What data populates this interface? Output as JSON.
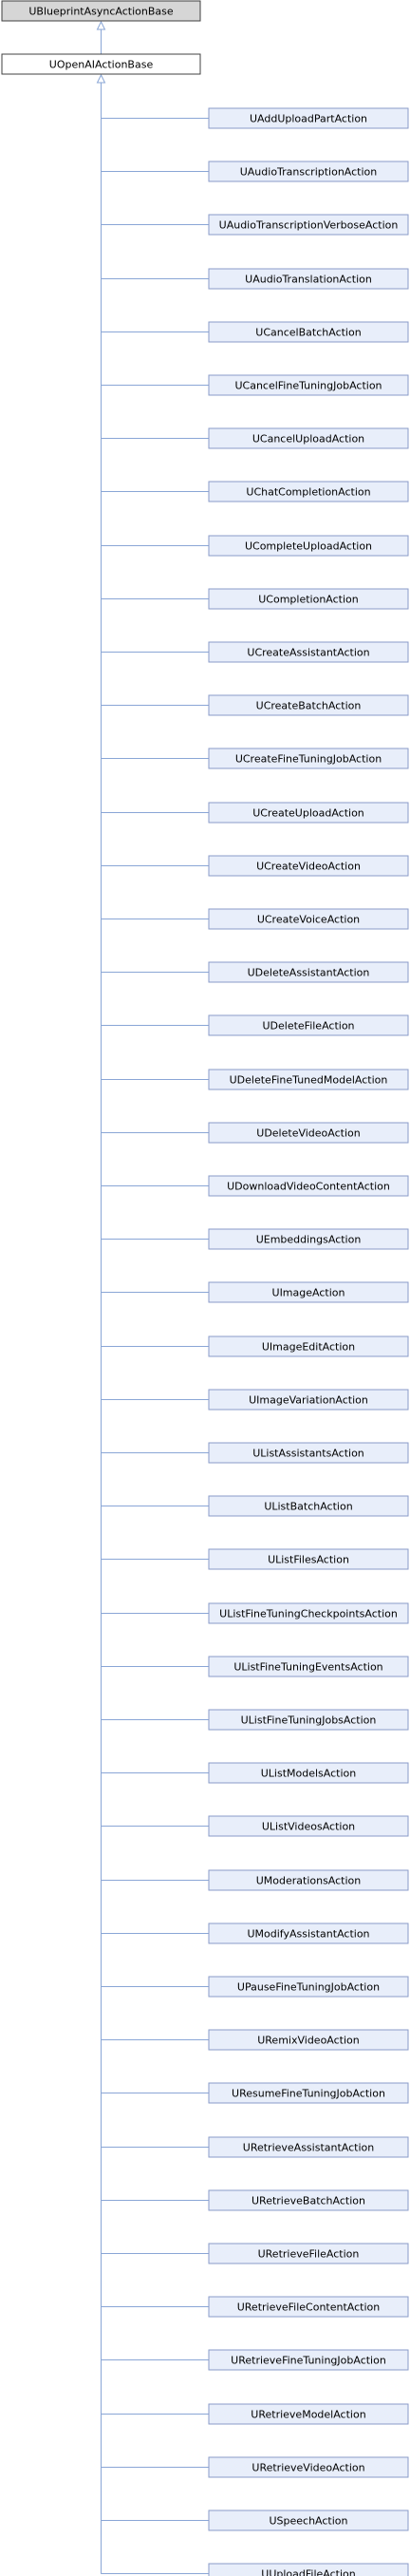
{
  "colors": {
    "root_fill": "#d6d6d6",
    "base_fill": "#ffffff",
    "child_fill": "#e8eefa",
    "child_border": "#8a9bc8",
    "dark_border": "#404040",
    "connector": "#8aa6d6",
    "text": "#000000"
  },
  "root": {
    "label": "UBlueprintAsyncActionBase"
  },
  "base": {
    "label": "UOpenAIActionBase"
  },
  "children": [
    "UAddUploadPartAction",
    "UAudioTranscriptionAction",
    "UAudioTranscriptionVerboseAction",
    "UAudioTranslationAction",
    "UCancelBatchAction",
    "UCancelFineTuningJobAction",
    "UCancelUploadAction",
    "UChatCompletionAction",
    "UCompleteUploadAction",
    "UCompletionAction",
    "UCreateAssistantAction",
    "UCreateBatchAction",
    "UCreateFineTuningJobAction",
    "UCreateUploadAction",
    "UCreateVideoAction",
    "UCreateVoiceAction",
    "UDeleteAssistantAction",
    "UDeleteFileAction",
    "UDeleteFineTunedModelAction",
    "UDeleteVideoAction",
    "UDownloadVideoContentAction",
    "UEmbeddingsAction",
    "UImageAction",
    "UImageEditAction",
    "UImageVariationAction",
    "UListAssistantsAction",
    "UListBatchAction",
    "UListFilesAction",
    "UListFineTuningCheckpointsAction",
    "UListFineTuningEventsAction",
    "UListFineTuningJobsAction",
    "UListModelsAction",
    "UListVideosAction",
    "UModerationsAction",
    "UModifyAssistantAction",
    "UPauseFineTuningJobAction",
    "URemixVideoAction",
    "UResumeFineTuningJobAction",
    "URetrieveAssistantAction",
    "URetrieveBatchAction",
    "URetrieveFileAction",
    "URetrieveFileContentAction",
    "URetrieveFineTuningJobAction",
    "URetrieveModelAction",
    "URetrieveVideoAction",
    "USpeechAction",
    "UUploadFileAction"
  ]
}
